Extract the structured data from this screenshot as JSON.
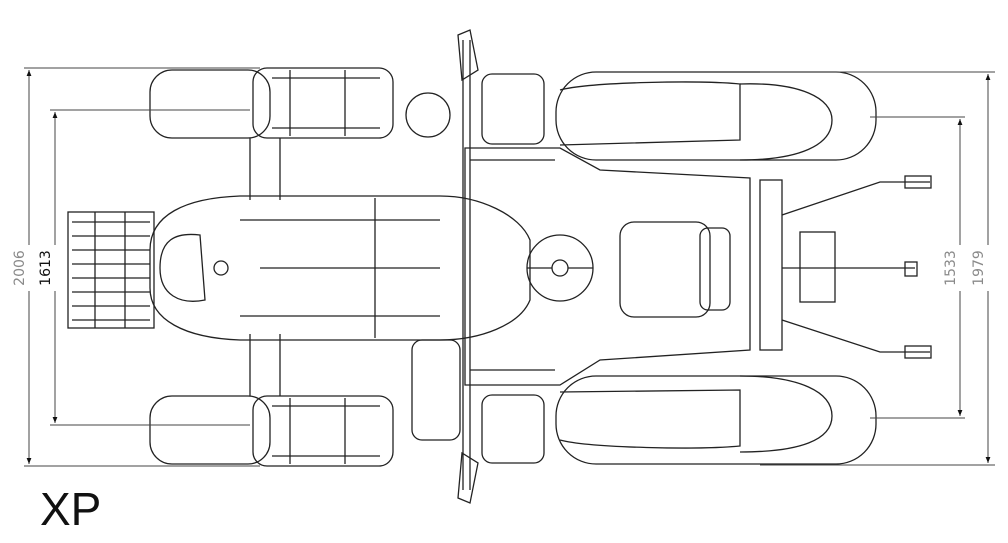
{
  "model_label": "XP",
  "dimensions": {
    "front_overall_width": "2006",
    "front_track": "1613",
    "rear_track": "1533",
    "rear_overall_width": "1979"
  },
  "colors": {
    "line": "#222222",
    "dim_text_gray": "#8a8a8a",
    "dim_text_dark": "#111111"
  }
}
